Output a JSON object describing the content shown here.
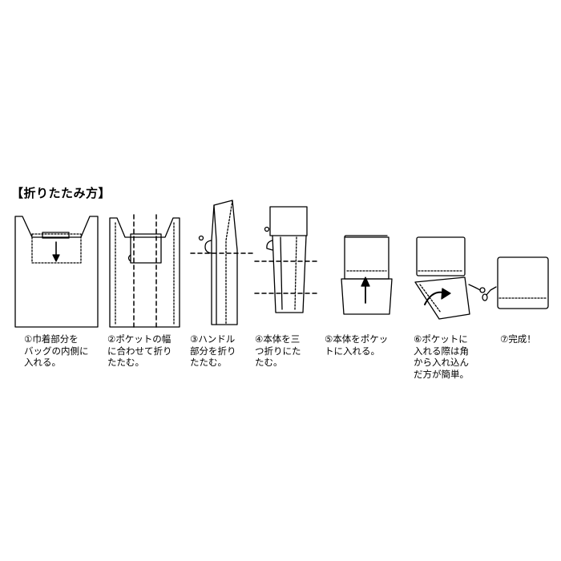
{
  "title": "【折りたたみ方】",
  "steps": [
    {
      "number": "①",
      "caption": "巾着部分を\nバッグの内側に\n入れる。"
    },
    {
      "number": "②",
      "caption": "ポケットの幅\nに合わせて折り\nたたむ。"
    },
    {
      "number": "③",
      "caption": "ハンドル\n部分を折り\nたたむ。"
    },
    {
      "number": "④",
      "caption": "本体を三\nつ折りにた\nたむ。"
    },
    {
      "number": "⑤",
      "caption": "本体をポケッ\nトに入れる。"
    },
    {
      "number": "⑥",
      "caption": "ポケットに\n入れる際は角\nから入れ込ん\nだ方が簡単。"
    },
    {
      "number": "⑦",
      "caption": "完成！"
    }
  ],
  "colors": {
    "line": "#000000",
    "background": "#ffffff"
  }
}
